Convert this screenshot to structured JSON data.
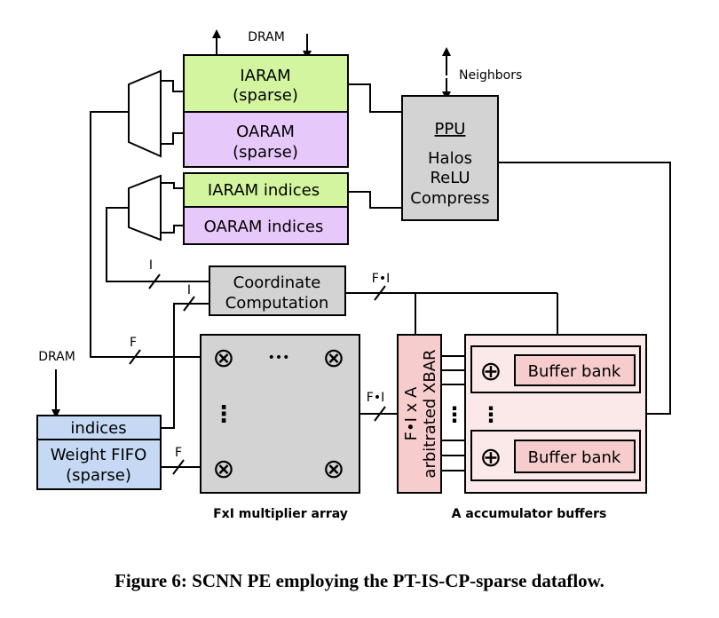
{
  "colors": {
    "green": "#d4f5a0",
    "purple": "#e7c8fa",
    "gray": "#d3d3d3",
    "blue": "#c5d9f5",
    "pink": "#f7cccc",
    "pale_pink": "#fbe8e8"
  },
  "labels": {
    "dram_top": "DRAM",
    "neighbors": "Neighbors",
    "iaram": [
      "IARAM",
      "(sparse)"
    ],
    "oaram": [
      "OARAM",
      "(sparse)"
    ],
    "iaram_indices": "IARAM indices",
    "oaram_indices": "OARAM indices",
    "ppu": [
      "PPU",
      "Halos",
      "ReLU",
      "Compress"
    ],
    "coord": [
      "Coordinate",
      "Computation"
    ],
    "dram_left": "DRAM",
    "indices": "indices",
    "weight_fifo": [
      "Weight FIFO",
      "(sparse)"
    ],
    "multiplier_array": "FxI multiplier array",
    "xbar": [
      "F•I x A",
      "arbitrated XBAR"
    ],
    "buffer_bank": "Buffer bank",
    "accumulator_buffers": "A accumulator buffers",
    "wire_I": "I",
    "wire_F": "F",
    "wire_FI": "F•I",
    "mult_symbol": "⊗",
    "add_symbol": "⊕",
    "h_dots": "•••",
    "v_dots": "⋮"
  },
  "caption": "Figure 6: SCNN PE employing the PT-IS-CP-sparse dataflow."
}
